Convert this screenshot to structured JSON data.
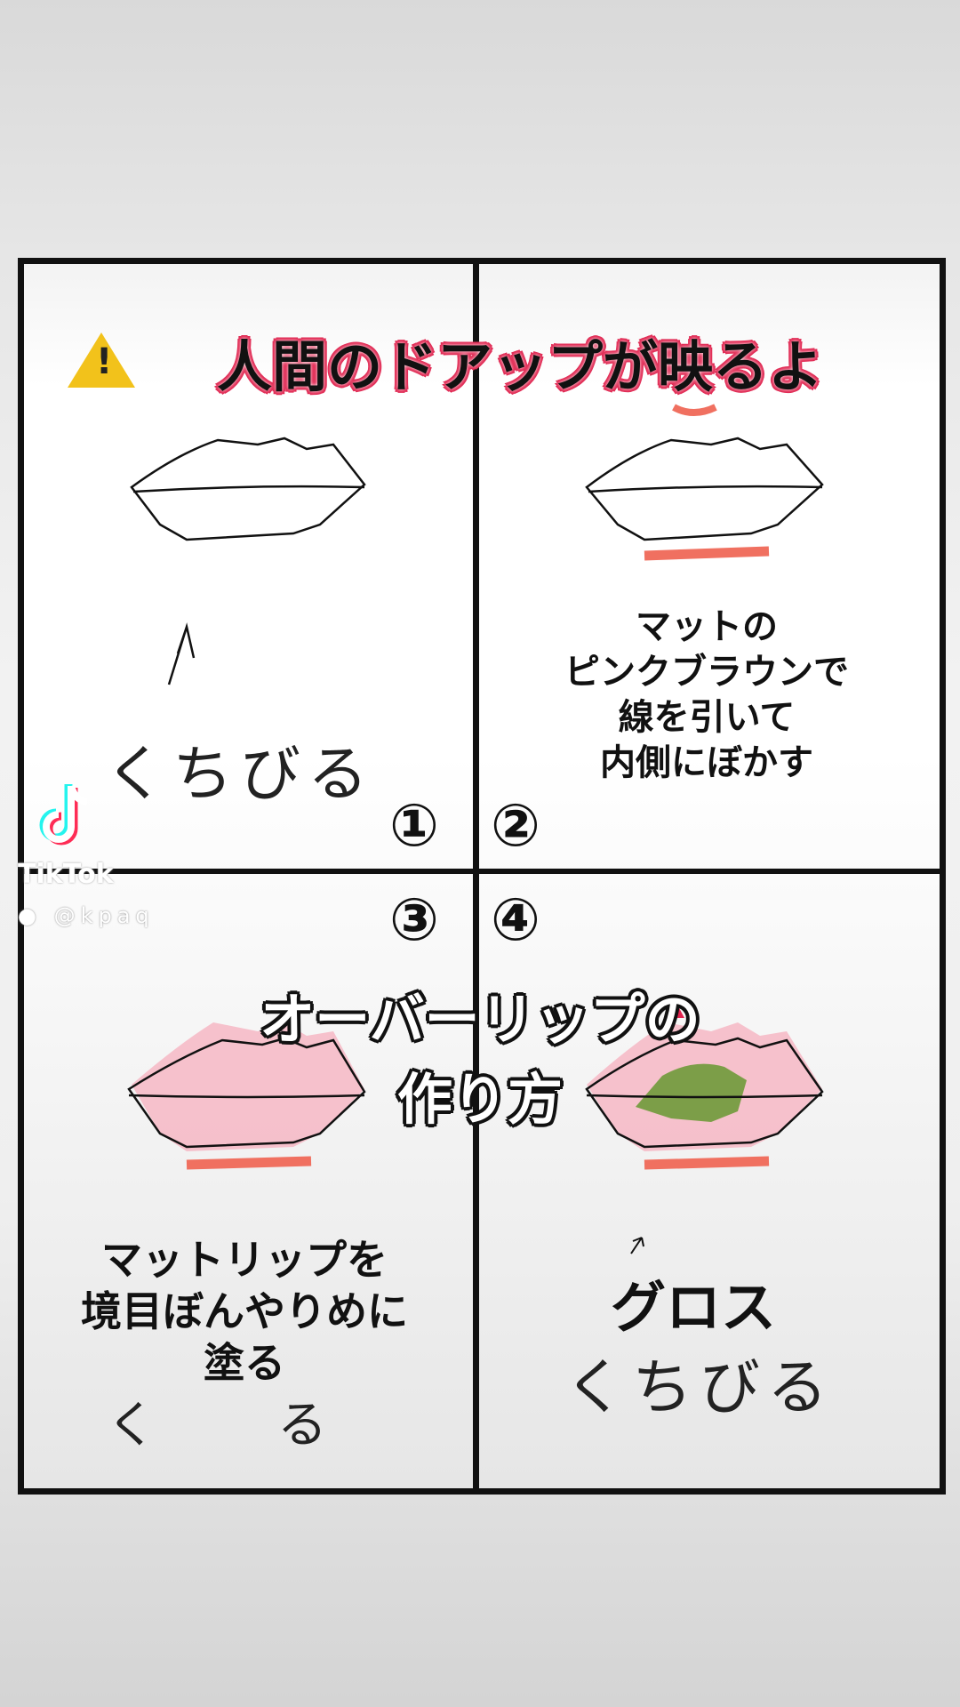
{
  "title": {
    "warning_icon": "warning-icon",
    "text": "人間のドアップが映るよ"
  },
  "panels": [
    {
      "number": "①",
      "handwriting": "くちびる"
    },
    {
      "number": "②",
      "caption": [
        "マットの",
        "ピンクブラウンで",
        "線を引いて",
        "内側にぼかす"
      ]
    },
    {
      "number": "③",
      "caption": [
        "マットリップを",
        "境目ぼんやりめに",
        "塗る"
      ],
      "handwriting": "く　　る"
    },
    {
      "number": "④",
      "caption": [
        "グロス"
      ],
      "handwriting": "くちびる"
    }
  ],
  "overlay_title": [
    "オーバーリップの",
    "作り方"
  ],
  "watermark": {
    "brand": "TikTok",
    "user": "@kpaq"
  },
  "colors": {
    "accent": "#e0244f",
    "liner": "#f07060",
    "fill": "#f6b7c4",
    "gloss": "#6f9a3a"
  }
}
